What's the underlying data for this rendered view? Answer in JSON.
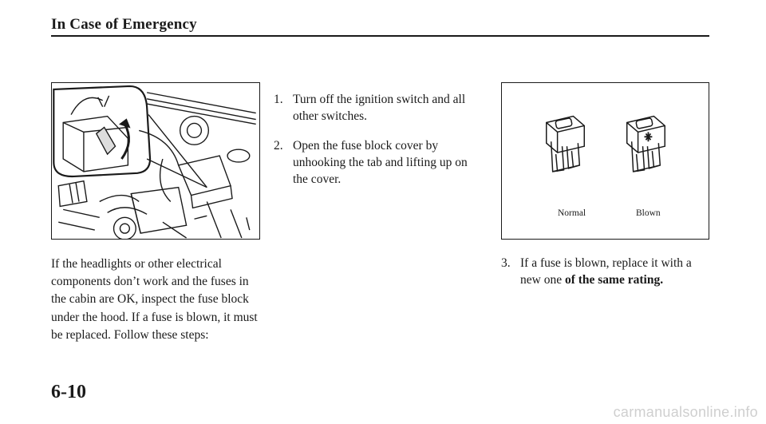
{
  "header": {
    "title": "In Case of Emergency"
  },
  "intro": {
    "text": "If the headlights or other electrical components don’t work and the fuses in the cabin are OK, inspect the fuse block under the hood. If a fuse is blown, it must be replaced. Follow these steps:"
  },
  "steps": [
    {
      "number": "1.",
      "text": "Turn off the ignition switch and all other switches."
    },
    {
      "number": "2.",
      "text": "Open the fuse block cover by unhooking the tab and lifting up on the cover."
    }
  ],
  "step3": {
    "number": "3.",
    "text": "If a fuse is blown, replace it with a new one",
    "emphasis": "of the same rating."
  },
  "fuse_figure": {
    "normal_label": "Normal",
    "blown_label": "Blown"
  },
  "page": {
    "number": "6-10"
  },
  "watermark": {
    "text": "carmanualsonline.info"
  }
}
